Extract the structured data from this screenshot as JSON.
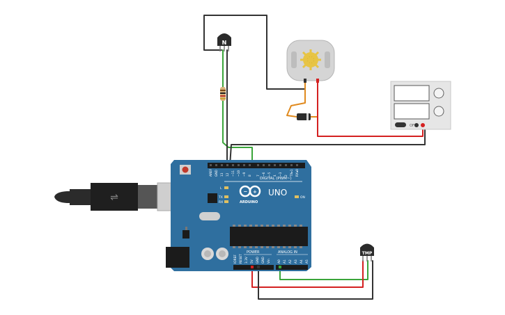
{
  "transistor": {
    "label": "N"
  },
  "temp_sensor": {
    "label": "TMP"
  },
  "arduino": {
    "brand": "ARDUINO",
    "model": "UNO",
    "on_label": "ON",
    "l_label": "L",
    "tx_label": "TX",
    "rx_label": "RX",
    "digital_label": "DIGITAL (PWM~)",
    "power_label": "POWER",
    "analog_label": "ANALOG IN",
    "digital_pins": [
      "AREF",
      "GND",
      "13",
      "12",
      "~11",
      "~10",
      "~9",
      "8",
      "7",
      "~6",
      "~5",
      "4",
      "~3",
      "2",
      "TX▸1",
      "RX◂0"
    ],
    "power_pins": [
      "IOREF",
      "RESET",
      "3.3V",
      "5V",
      "GND",
      "GND",
      "Vin"
    ],
    "analog_pins": [
      "A0",
      "A1",
      "A2",
      "A3",
      "A4",
      "A5"
    ]
  },
  "power_supply": {
    "off_label": "OFF"
  },
  "colors": {
    "board": "#2f6f9f",
    "wire_black": "#333333",
    "wire_red": "#d42020",
    "wire_green": "#3aa53a",
    "wire_orange": "#e08a1e"
  }
}
